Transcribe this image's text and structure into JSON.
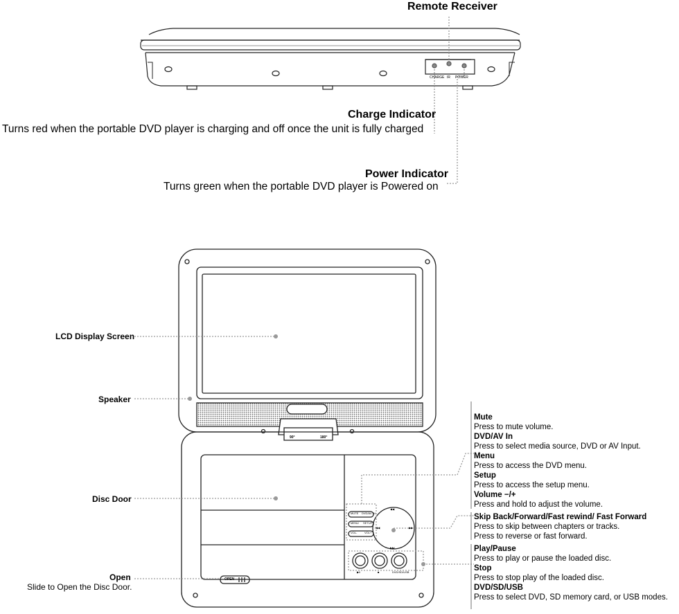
{
  "top": {
    "remote_receiver": "Remote Receiver",
    "charge_title": "Charge Indicator",
    "charge_desc": "Turns red when the portable DVD player is charging and off once the unit is fully charged",
    "power_title": "Power Indicator",
    "power_desc": "Turns green when the portable DVD player is Powered on",
    "device_labels": [
      "CHARGE",
      "IR",
      "POWER"
    ]
  },
  "left": {
    "lcd": "LCD Display Screen",
    "speaker": "Speaker",
    "disc_door": "Disc Door",
    "open_title": "Open",
    "open_desc": "Slide to Open the Disc Door."
  },
  "right": {
    "group1": [
      {
        "title": "Mute",
        "desc": "Press to mute volume."
      },
      {
        "title": "DVD/AV In",
        "desc": "Press to select media source, DVD or AV Input."
      },
      {
        "title": "Menu",
        "desc": "Press to access the DVD menu."
      },
      {
        "title": "Setup",
        "desc": "Press to access the setup menu."
      },
      {
        "title": "Volume −/+",
        "desc": "Press and hold to adjust the volume."
      }
    ],
    "group2": {
      "title": "Skip Back/Forward/Fast rewind/ Fast Forward",
      "desc1": "Press to skip between chapters or tracks.",
      "desc2": "Press to reverse or fast forward."
    },
    "group3": [
      {
        "title": "Play/Pause",
        "desc": "Press to play or pause the loaded disc."
      },
      {
        "title": "Stop",
        "desc": "Press to stop play of the loaded disc."
      },
      {
        "title": "DVD/SD/USB",
        "desc": "Press to select DVD, SD memory card, or USB modes."
      }
    ]
  },
  "device": {
    "hinge_left": "90°",
    "hinge_right": "180°",
    "btn_labels": [
      "MUTE",
      "DVD/AV IN",
      "MENU",
      "SETUP",
      "VOL-",
      "VOL+"
    ],
    "wheel_labels": [
      "◀◀",
      "▶▶",
      "I◀◀",
      "▶▶I"
    ],
    "play_labels": [
      "▶II",
      "■",
      "DVD/SD/USB"
    ],
    "open_slider": "OPEN"
  }
}
